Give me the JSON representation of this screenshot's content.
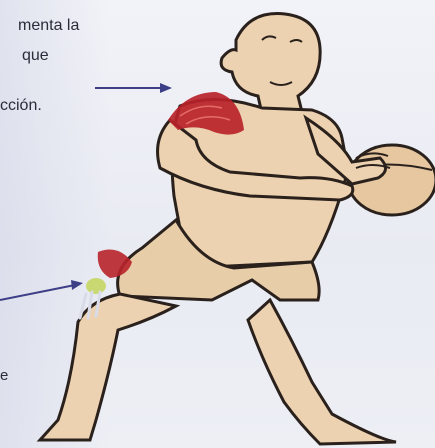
{
  "text": {
    "line1": "menta la",
    "line2": "que",
    "line3": "cción.",
    "line4": "e"
  },
  "colors": {
    "skin": "#ecd2b0",
    "outline": "#2b211c",
    "muscle": "#b8232a",
    "arrow": "#3d3f86",
    "ball": "#e6c7a0"
  },
  "illustration": {
    "subject": "figure-holding-ball",
    "highlighted_regions": [
      "shoulder-muscle",
      "knee-ligament"
    ]
  }
}
